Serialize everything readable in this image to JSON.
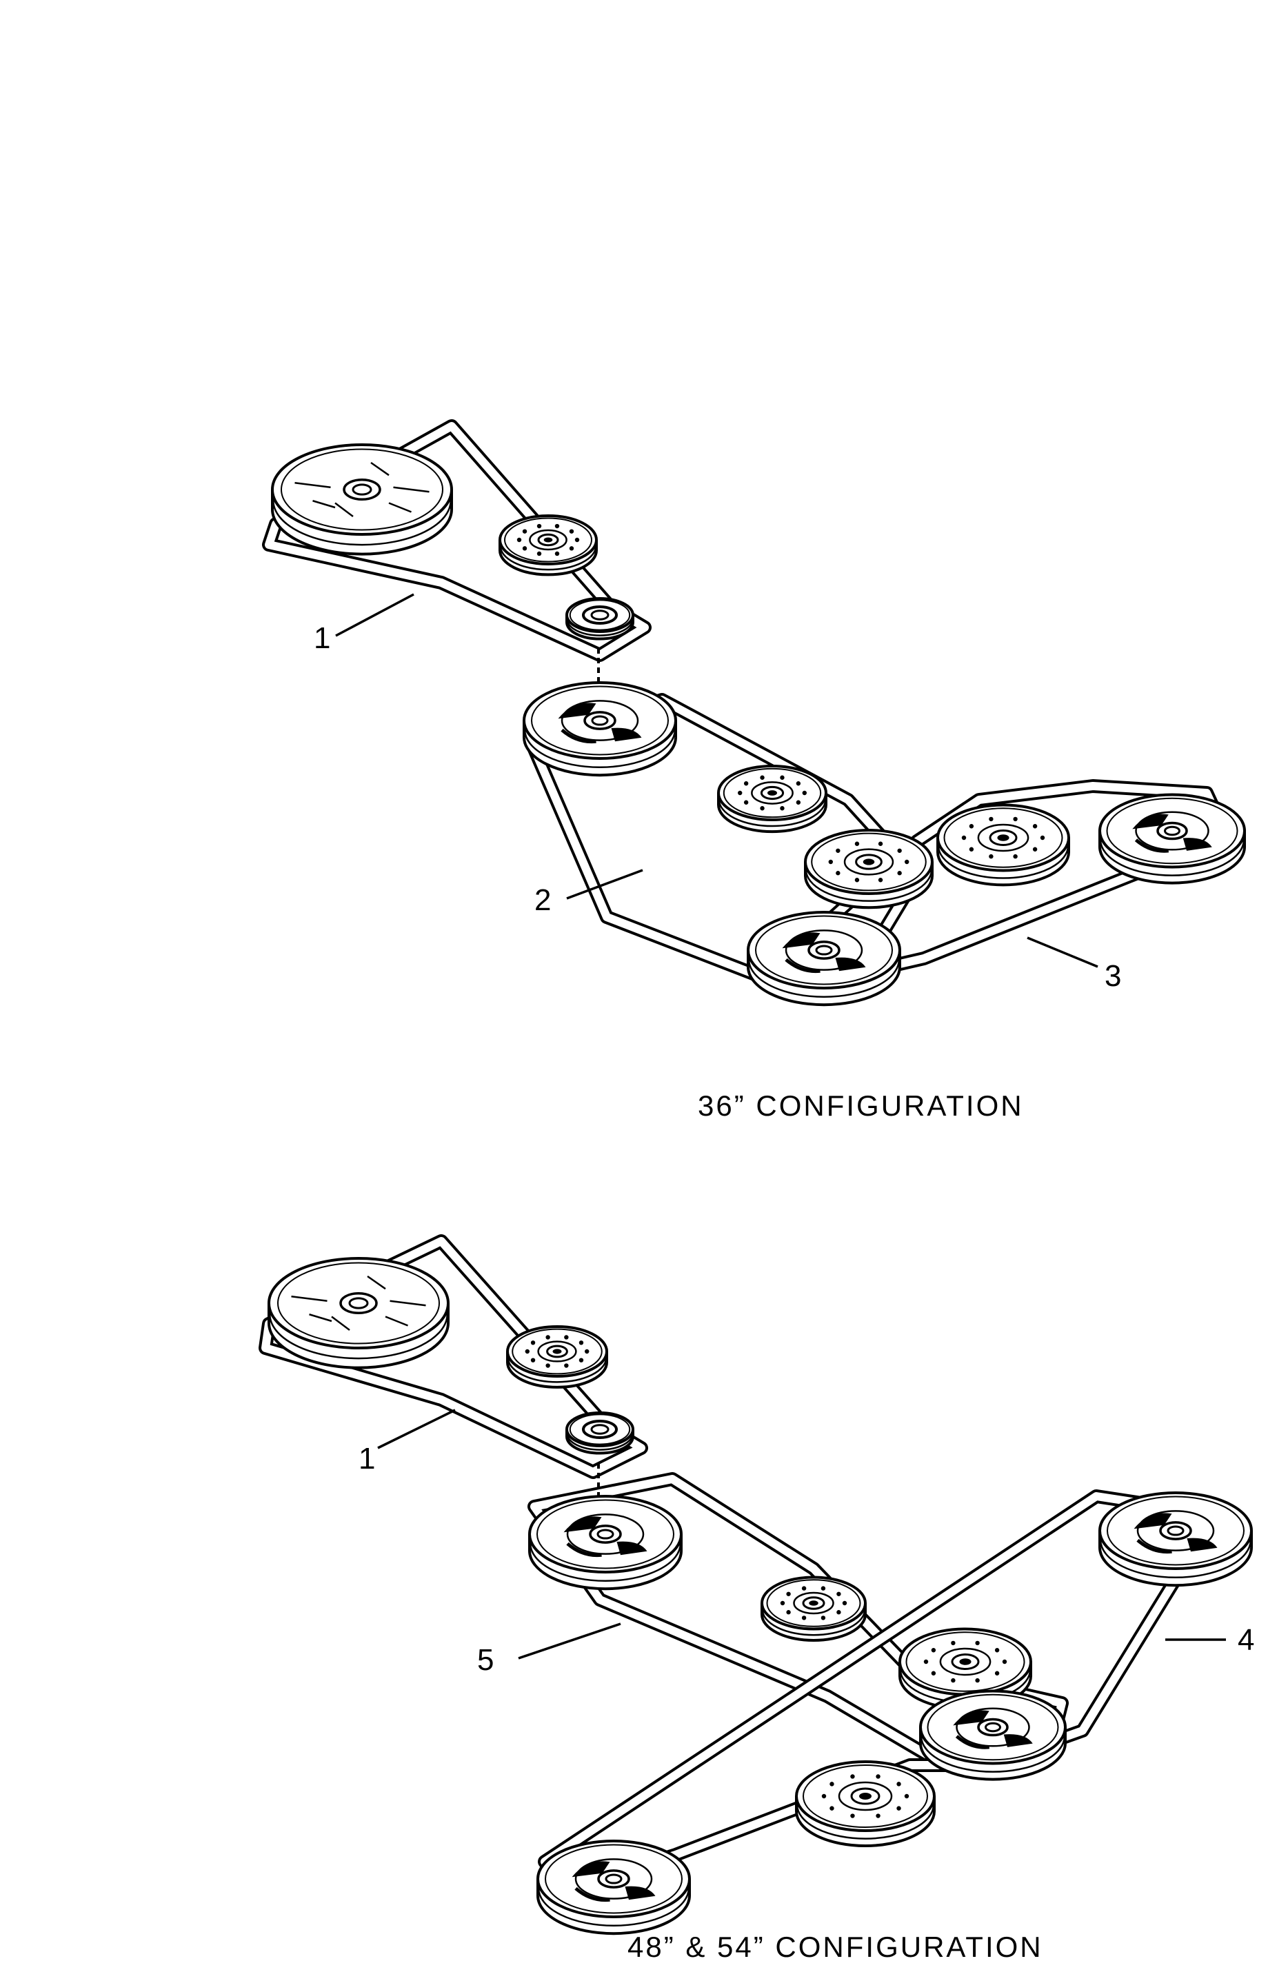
{
  "figure_top": {
    "caption": "36”  CONFIGURATION",
    "callouts": [
      {
        "id": "1",
        "label": "1"
      },
      {
        "id": "2",
        "label": "2"
      },
      {
        "id": "3",
        "label": "3"
      }
    ]
  },
  "figure_bottom": {
    "caption": "48”  &  54”  CONFIGURATION",
    "callouts": [
      {
        "id": "1",
        "label": "1"
      },
      {
        "id": "5",
        "label": "5"
      },
      {
        "id": "4",
        "label": "4"
      }
    ]
  },
  "colors": {
    "ink": "#000000",
    "paper": "#ffffff"
  }
}
